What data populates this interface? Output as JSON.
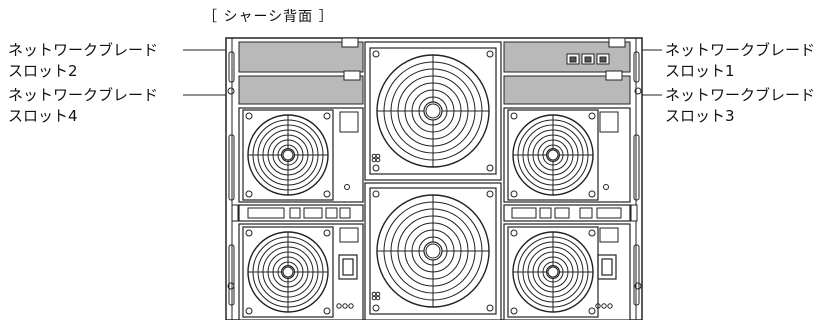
{
  "title": "［ シャーシ背面 ］",
  "callouts": {
    "slot2": {
      "line1": "ネットワークブレード",
      "line2": "スロット2"
    },
    "slot4": {
      "line1": "ネットワークブレード",
      "line2": "スロット4"
    },
    "slot1": {
      "line1": "ネットワークブレード",
      "line2": "スロット1"
    },
    "slot3": {
      "line1": "ネットワークブレード",
      "line2": "スロット3"
    }
  },
  "colors": {
    "blade_fill": "#b9b9b9",
    "line": "#222222",
    "chassis_fill": "#ffffff"
  },
  "icons": [
    "fan-icon",
    "power-socket-icon",
    "ethernet-port-icon",
    "serial-port-icon"
  ]
}
